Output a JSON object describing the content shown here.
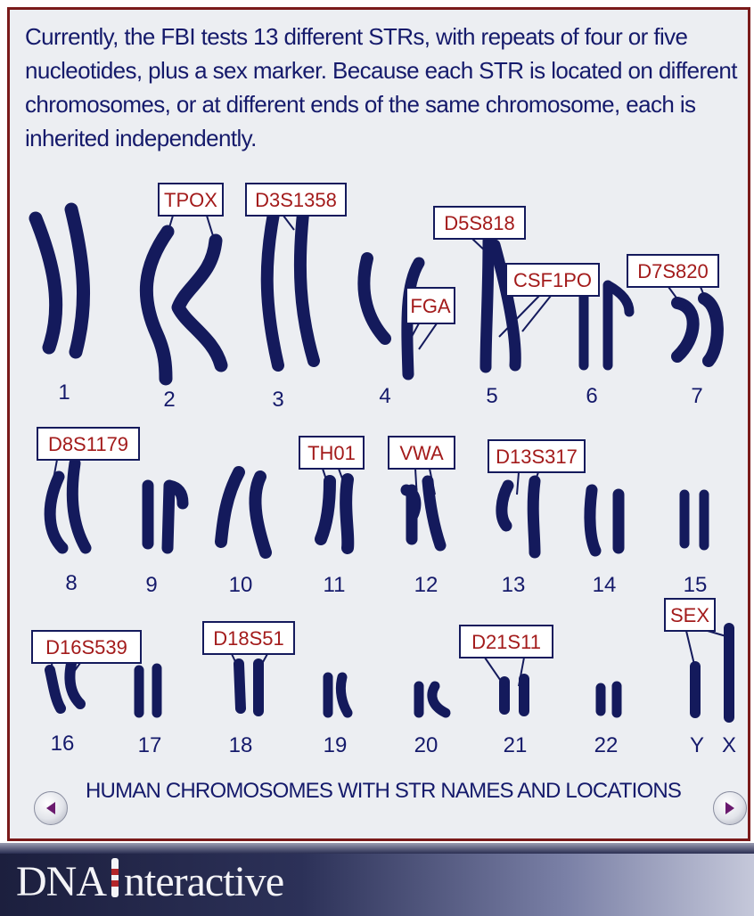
{
  "intro_text": "Currently, the FBI tests 13 different STRs, with repeats of four or five nucleotides, plus a sex marker.  Because each STR is located on different chromosomes, or at different ends of the same chromosome, each is inherited independently.",
  "caption": "HUMAN CHROMOSOMES WITH STR NAMES AND LOCATIONS",
  "nav": {
    "prev_icon": "triangle-left-icon",
    "next_icon": "triangle-right-icon"
  },
  "logo": {
    "text": "DNA Interactive"
  },
  "colors": {
    "chromosome": "#141a5c",
    "label_text": "#a31b1b",
    "text": "#151a6b",
    "border": "#7a1a1a",
    "nav_triangle": "#6a1a6e"
  },
  "chromosome_numbers": [
    "1",
    "2",
    "3",
    "4",
    "5",
    "6",
    "7",
    "8",
    "9",
    "10",
    "11",
    "12",
    "13",
    "14",
    "15",
    "16",
    "17",
    "18",
    "19",
    "20",
    "21",
    "22",
    "Y",
    "X"
  ],
  "str_labels": [
    "TPOX",
    "D3S1358",
    "D5S818",
    "FGA",
    "CSF1PO",
    "D7S820",
    "D8S1179",
    "TH01",
    "VWA",
    "D13S317",
    "D16S539",
    "D18S51",
    "D21S11",
    "SEX"
  ]
}
